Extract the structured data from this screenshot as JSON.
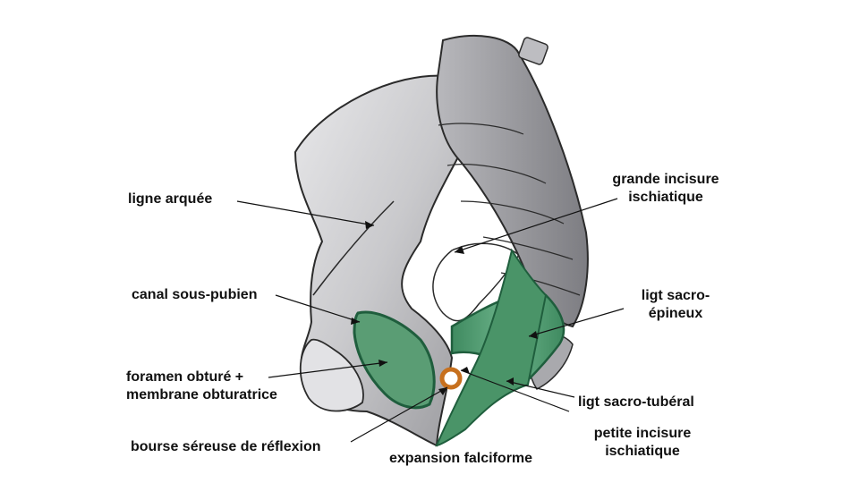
{
  "labels": {
    "ligne_arquee": "ligne arquée",
    "canal_sous_pubien": "canal sous-pubien",
    "foramen_line1": "foramen obturé +",
    "foramen_line2": "membrane obturatrice",
    "bourse": "bourse séreuse de réflexion",
    "expansion": "expansion falciforme",
    "grande_line1": "grande incisure",
    "grande_line2": "ischiatique",
    "sacro_epineux_line1": "ligt sacro-",
    "sacro_epineux_line2": "épineux",
    "sacro_tuberal": "ligt sacro-tubéral",
    "petite_line1": "petite incisure",
    "petite_line2": "ischiatique"
  },
  "colors": {
    "bone_fill": "#cfcfd1",
    "bone_dark": "#8e8e92",
    "outline": "#2b2b2b",
    "ligament": "#4e9a70",
    "ligament_dark": "#1f5e3d",
    "bursa": "#c7701e",
    "leader": "#111111"
  }
}
